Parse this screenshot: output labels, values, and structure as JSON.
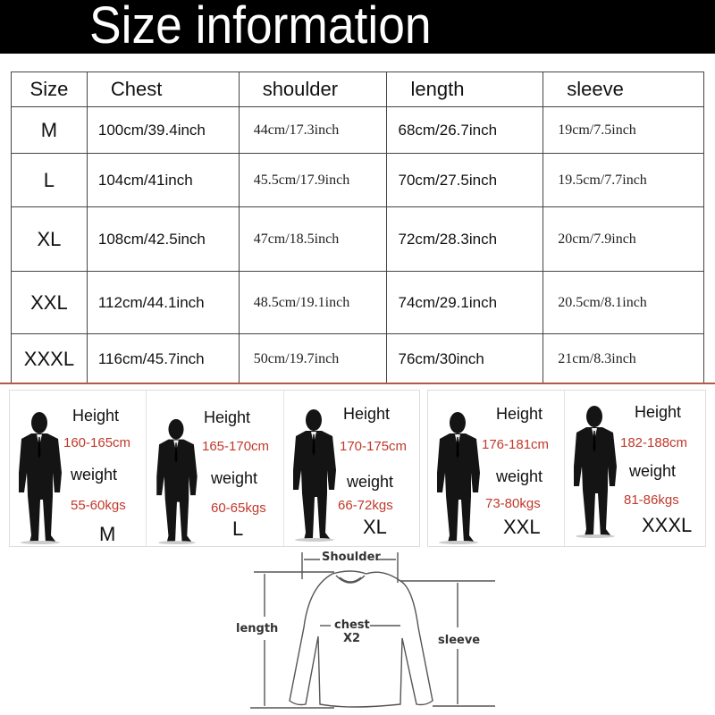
{
  "header": {
    "title": "Size information"
  },
  "size_table": {
    "columns": [
      "Size",
      "Chest",
      "shoulder",
      "length",
      "sleeve"
    ],
    "rows": [
      {
        "size": "M",
        "chest": "100cm/39.4inch",
        "shoulder": "44cm/17.3inch",
        "length": "68cm/26.7inch",
        "sleeve": "19cm/7.5inch"
      },
      {
        "size": "L",
        "chest": "104cm/41inch",
        "shoulder": "45.5cm/17.9inch",
        "length": "70cm/27.5inch",
        "sleeve": "19.5cm/7.7inch"
      },
      {
        "size": "XL",
        "chest": "108cm/42.5inch",
        "shoulder": "47cm/18.5inch",
        "length": "72cm/28.3inch",
        "sleeve": "20cm/7.9inch"
      },
      {
        "size": "XXL",
        "chest": "112cm/44.1inch",
        "shoulder": "48.5cm/19.1inch",
        "length": "74cm/29.1inch",
        "sleeve": "20.5cm/8.1inch"
      },
      {
        "size": "XXXL",
        "chest": "116cm/45.7inch",
        "shoulder": "50cm/19.7inch",
        "length": "76cm/30inch",
        "sleeve": "21cm/8.3inch"
      }
    ]
  },
  "fit_guide": {
    "height_label": "Height",
    "weight_label": "weight",
    "accent_color": "#c0392b",
    "cards": [
      {
        "size": "M",
        "height": "160-165cm",
        "weight": "55-60kgs"
      },
      {
        "size": "L",
        "height": "165-170cm",
        "weight": "60-65kgs"
      },
      {
        "size": "XL",
        "height": "170-175cm",
        "weight": "66-72kgs"
      },
      {
        "size": "XXL",
        "height": "176-181cm",
        "weight": "73-80kgs"
      },
      {
        "size": "XXXL",
        "height": "182-188cm",
        "weight": "81-86kgs"
      }
    ]
  },
  "measure_diagram": {
    "shoulder": "Shoulder",
    "length": "length",
    "chest": "chest",
    "chest_multiplier": "X2",
    "sleeve": "sleeve"
  }
}
